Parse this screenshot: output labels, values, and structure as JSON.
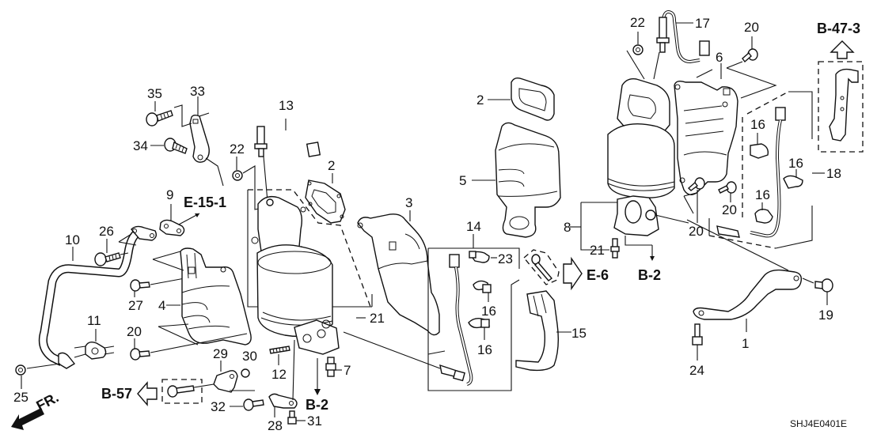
{
  "diagram": {
    "title": "Exhaust Manifold / Converter Parts Diagram",
    "code": "SHJ4E0401E",
    "front_indicator": "FR.",
    "references": [
      {
        "id": "ref-e-15-1",
        "label": "E-15-1"
      },
      {
        "id": "ref-b-57",
        "label": "B-57"
      },
      {
        "id": "ref-b-2-left",
        "label": "B-2"
      },
      {
        "id": "ref-b-2-right",
        "label": "B-2"
      },
      {
        "id": "ref-e-6",
        "label": "E-6"
      },
      {
        "id": "ref-b-47-3",
        "label": "B-47-3"
      }
    ],
    "callouts": [
      {
        "id": "c35",
        "label": "35"
      },
      {
        "id": "c33",
        "label": "33"
      },
      {
        "id": "c13",
        "label": "13"
      },
      {
        "id": "c34",
        "label": "34"
      },
      {
        "id": "c22a",
        "label": "22"
      },
      {
        "id": "c9",
        "label": "9"
      },
      {
        "id": "c2a",
        "label": "2"
      },
      {
        "id": "c3",
        "label": "3"
      },
      {
        "id": "c10",
        "label": "10"
      },
      {
        "id": "c26",
        "label": "26"
      },
      {
        "id": "c27",
        "label": "27"
      },
      {
        "id": "c4",
        "label": "4"
      },
      {
        "id": "c11",
        "label": "11"
      },
      {
        "id": "c20a",
        "label": "20"
      },
      {
        "id": "c25",
        "label": "25"
      },
      {
        "id": "c29",
        "label": "29"
      },
      {
        "id": "c30",
        "label": "30"
      },
      {
        "id": "c12",
        "label": "12"
      },
      {
        "id": "c21a",
        "label": "21"
      },
      {
        "id": "c7",
        "label": "7"
      },
      {
        "id": "c32",
        "label": "32"
      },
      {
        "id": "c28",
        "label": "28"
      },
      {
        "id": "c31",
        "label": "31"
      },
      {
        "id": "c14",
        "label": "14"
      },
      {
        "id": "c23",
        "label": "23"
      },
      {
        "id": "c16a",
        "label": "16"
      },
      {
        "id": "c16b",
        "label": "16"
      },
      {
        "id": "c15",
        "label": "15"
      },
      {
        "id": "c2b",
        "label": "2"
      },
      {
        "id": "c5",
        "label": "5"
      },
      {
        "id": "c8",
        "label": "8"
      },
      {
        "id": "c21b",
        "label": "21"
      },
      {
        "id": "c22b",
        "label": "22"
      },
      {
        "id": "c17",
        "label": "17"
      },
      {
        "id": "c20b",
        "label": "20"
      },
      {
        "id": "c6",
        "label": "6"
      },
      {
        "id": "c16c",
        "label": "16"
      },
      {
        "id": "c16d",
        "label": "16"
      },
      {
        "id": "c16e",
        "label": "16"
      },
      {
        "id": "c18",
        "label": "18"
      },
      {
        "id": "c20c",
        "label": "20"
      },
      {
        "id": "c20d",
        "label": "20"
      },
      {
        "id": "c19",
        "label": "19"
      },
      {
        "id": "c1",
        "label": "1"
      },
      {
        "id": "c24",
        "label": "24"
      }
    ]
  }
}
